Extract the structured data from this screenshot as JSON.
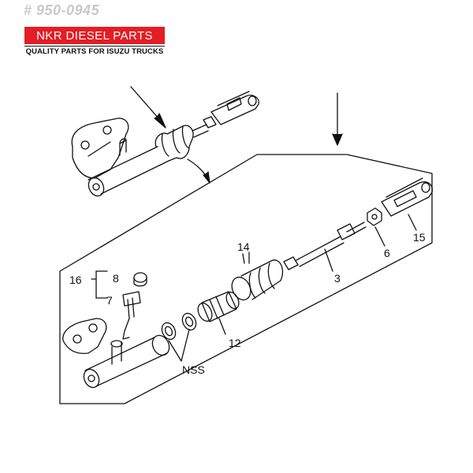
{
  "header": {
    "part_number": "# 950-0945",
    "brand": "NKR DIESEL PARTS",
    "tagline": "QUALITY PARTS FOR ISUZU TRUCKS"
  },
  "diagram": {
    "callouts": {
      "c16": "16",
      "c8": "8",
      "c7": "7",
      "c14": "14",
      "c12": "12",
      "c3": "3",
      "c6": "6",
      "c15": "15",
      "nss": "NSS"
    }
  },
  "colors": {
    "brand_red": "#e31e24",
    "watermark_gray": "#c9c9c9",
    "line": "#111111"
  }
}
